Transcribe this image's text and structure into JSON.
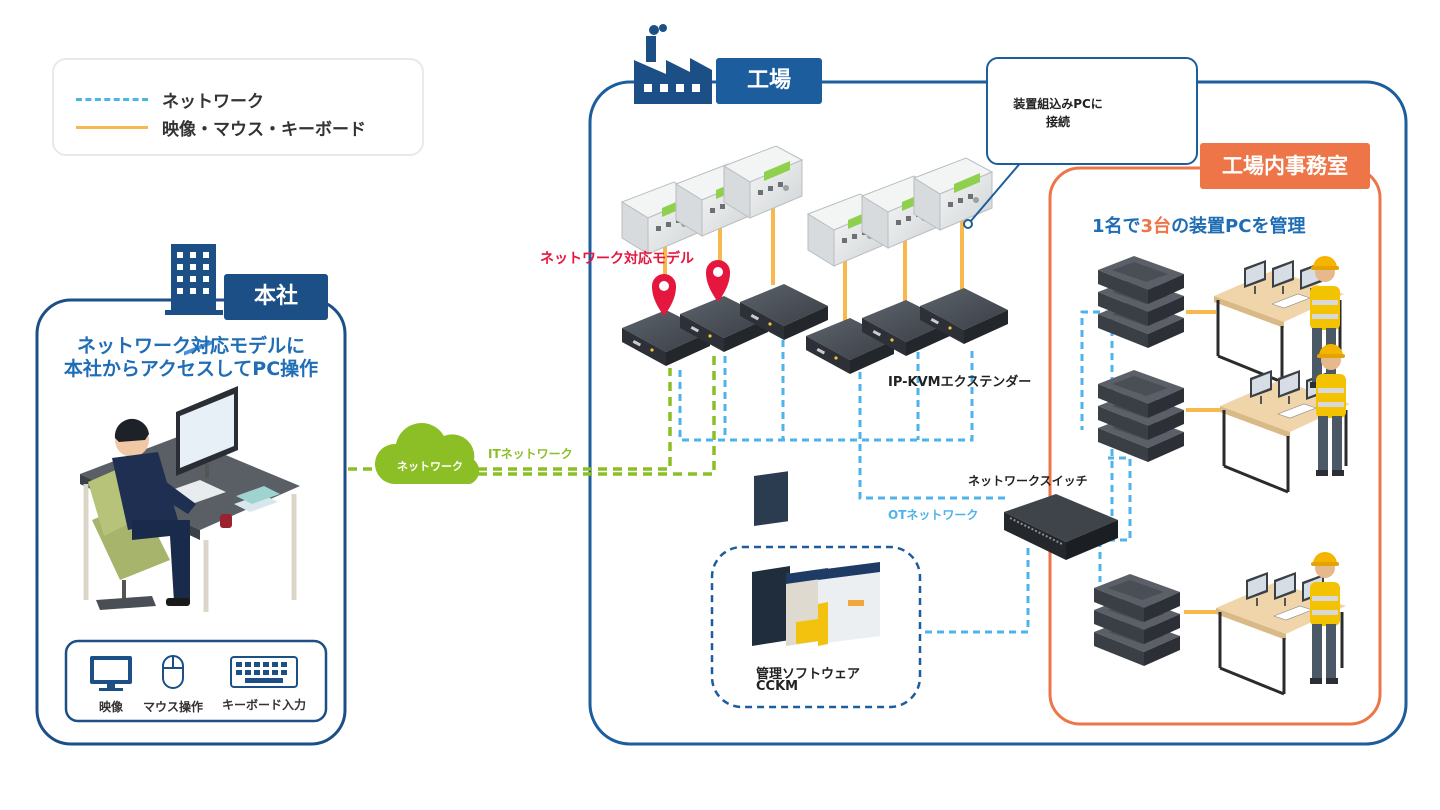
{
  "legend": {
    "network": "ネットワーク",
    "av": "映像・マウス・キーボード"
  },
  "hq": {
    "tag": "本社",
    "title_line1": "ネットワーク対応モデルに",
    "title_line2": "本社からアクセスしてPC操作",
    "io": {
      "video": "映像",
      "mouse": "マウス操作",
      "keyboard": "キーボード入力"
    }
  },
  "cloud": {
    "label": "ネットワーク",
    "it_label": "ITネットワーク"
  },
  "factory": {
    "tag": "工場",
    "network_model": "ネットワーク対応モデル",
    "callout_line1": "装置組込みPCに",
    "callout_line2": "接続",
    "extender": "IP-KVMエクステンダー",
    "switch": "ネットワークスイッチ",
    "ot_label": "OTネットワーク",
    "software_line1": "管理ソフトウェア",
    "software_line2": "CCKM"
  },
  "office": {
    "tag": "工場内事務室",
    "headline_a": "1名で",
    "headline_b": "3台",
    "headline_c": "の装置PCを管理"
  },
  "colors": {
    "network": "#4db3ea",
    "av": "#f8b84e",
    "it": "#8cbf26",
    "navy": "#1b4f86",
    "orange": "#ee7547",
    "red": "#e5173f"
  }
}
